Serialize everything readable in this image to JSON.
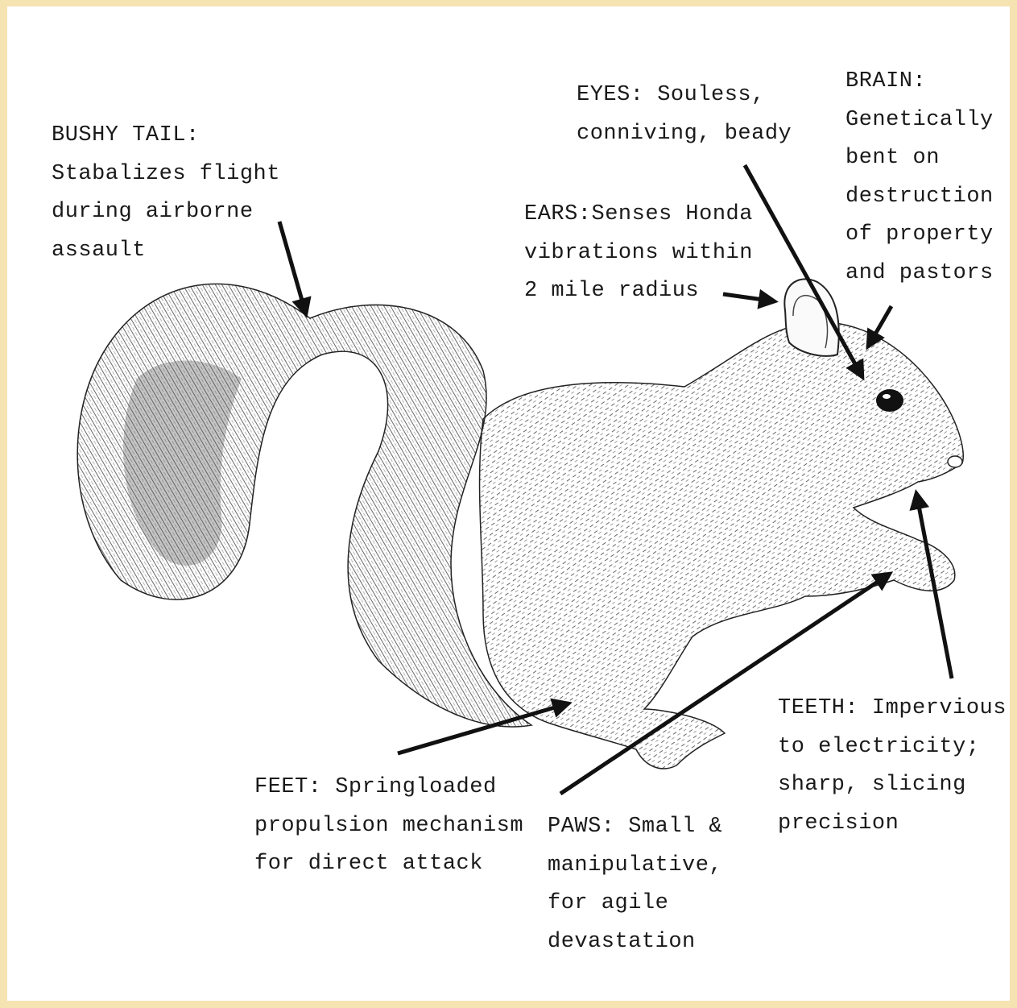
{
  "colors": {
    "frame": "#f6e3b2",
    "panel": "#ffffff",
    "ink": "#111111",
    "fur": "#333333"
  },
  "callouts": {
    "tail": {
      "text": "BUSHY TAIL:\nStabalizes flight\nduring airborne\nassault"
    },
    "eyes": {
      "text": "EYES: Souless,\nconniving, beady"
    },
    "brain": {
      "text": "BRAIN:\nGenetically\nbent on\ndestruction\nof property\nand pastors"
    },
    "ears": {
      "text": "EARS:Senses Honda\nvibrations within\n2 mile radius"
    },
    "feet": {
      "text": "FEET: Springloaded\npropulsion mechanism\nfor direct attack"
    },
    "paws": {
      "text": "PAWS: Small &\nmanipulative,\nfor agile\ndevastation"
    },
    "teeth": {
      "text": "TEETH: Impervious\nto electricity;\nsharp, slicing\nprecision"
    }
  }
}
